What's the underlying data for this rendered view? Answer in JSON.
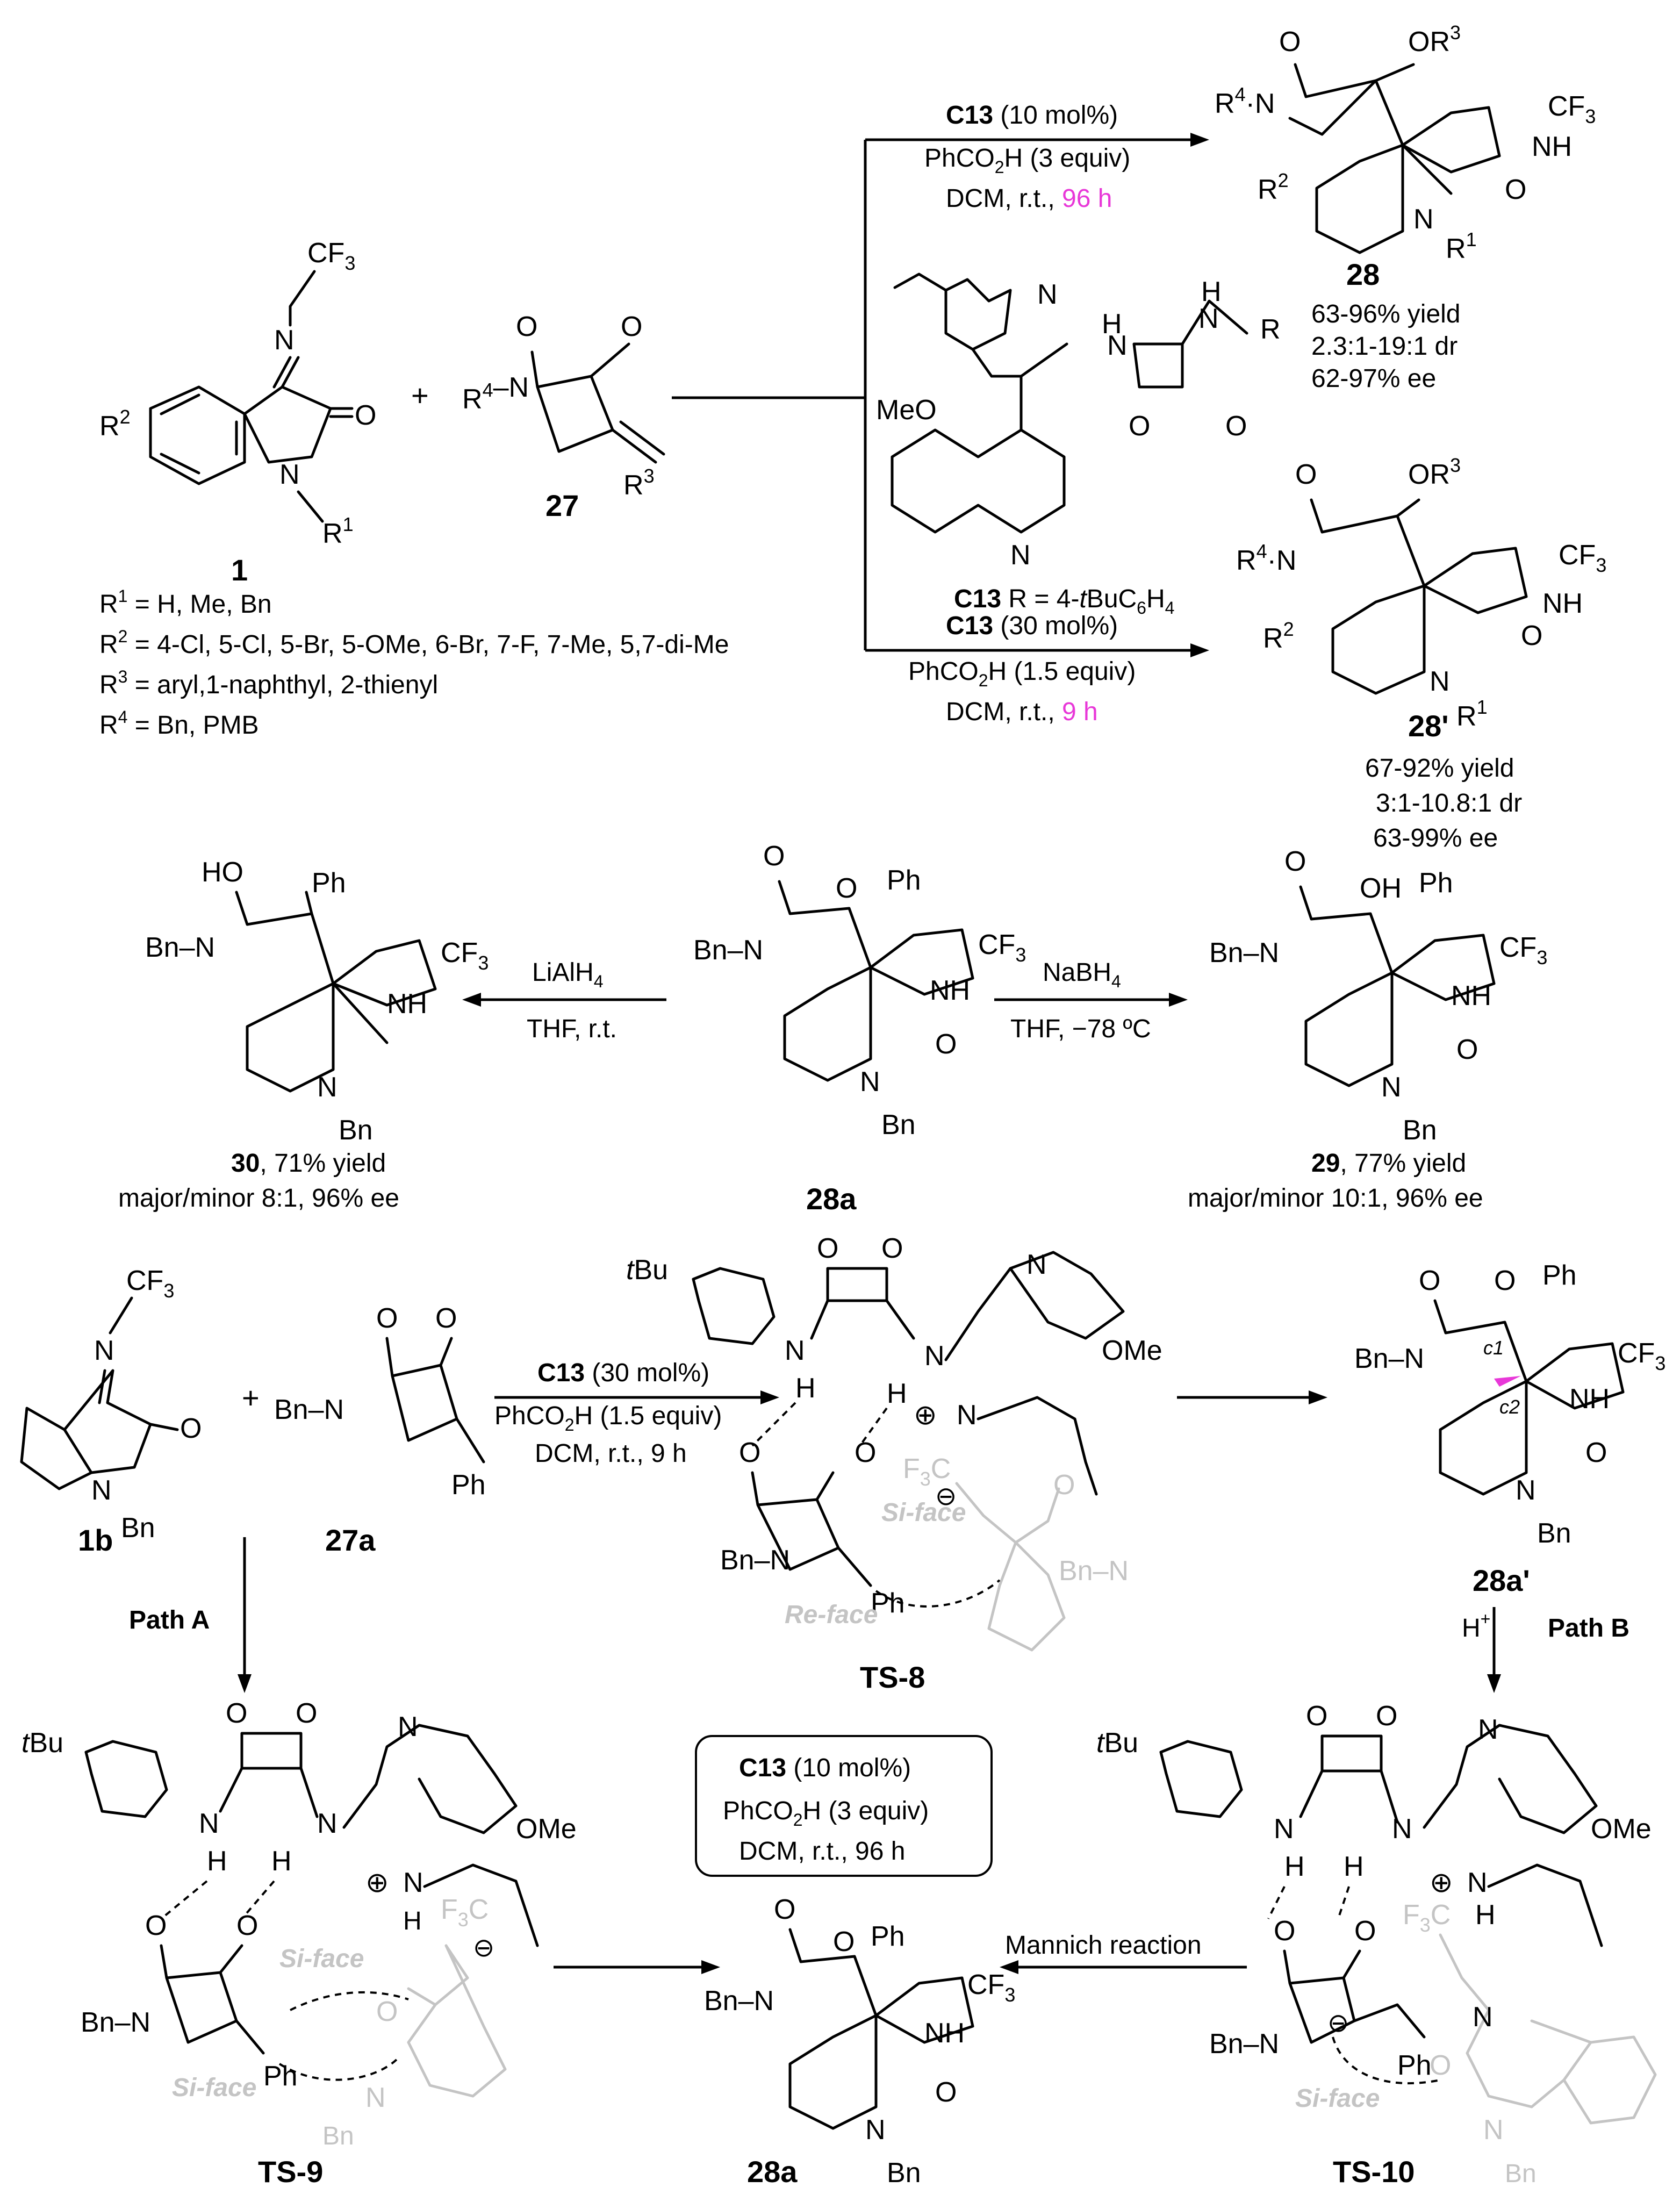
{
  "colors": {
    "text": "#000000",
    "highlight": "#e838d8",
    "faded": "#c4c4c4"
  },
  "reaction1": {
    "conditions_a": {
      "catalyst": "C13",
      "loading": "(10 mol%)",
      "acid": "PhCO2H (3 equiv)",
      "solvent_temp": "DCM, r.t., ",
      "time": "96 h"
    },
    "conditions_b": {
      "catalyst": "C13",
      "loading": "(30 mol%)",
      "acid": "PhCO2H (1.5 equiv)",
      "solvent_temp": "DCM, r.t., ",
      "time": "9 h"
    },
    "catalyst_caption": "C13 R = 4-tBuC6H4",
    "plus": "+",
    "sm1_label": "1",
    "sm2_label": "27",
    "substituents": [
      "R1 = H, Me, Bn",
      "R2 = 4-Cl, 5-Cl, 5-Br, 5-OMe, 6-Br, 7-F, 7-Me, 5,7-di-Me",
      "R3 = aryl,1-naphthyl, 2-thienyl",
      "R4 = Bn, PMB"
    ],
    "product_a": {
      "label": "28",
      "yield": "63-96% yield",
      "dr": "2.3:1-19:1 dr",
      "ee": "62-97% ee"
    },
    "product_b": {
      "label": "28'",
      "yield": "67-92% yield",
      "dr": "3:1-10.8:1 dr",
      "ee": "63-99% ee"
    }
  },
  "derivatization": {
    "center_label": "28a",
    "left_reagent": "LiAlH4",
    "left_conditions": "THF, r.t.",
    "left_product": {
      "label": "30",
      "yield": ", 71% yield",
      "ratio": "major/minor 8:1, 96% ee"
    },
    "right_reagent": "NaBH4",
    "right_conditions": "THF, −78 ºC",
    "right_product": {
      "label": "29",
      "yield": ", 77% yield",
      "ratio": "major/minor 10:1, 96% ee"
    }
  },
  "mechanism": {
    "sm1_label": "1b",
    "sm2_label": "27a",
    "conditions": {
      "catalyst": "C13",
      "loading": "(30 mol%)",
      "acid": "PhCO2H (1.5 equiv)",
      "solvent": "DCM, r.t., 9 h"
    },
    "ts8_label": "TS-8",
    "ts9_label": "TS-9",
    "ts10_label": "TS-10",
    "intermediate_label": "28a'",
    "product_label": "28a",
    "path_a": "Path A",
    "path_b": "Path B",
    "proton": "H+",
    "mannich": "Mannich reaction",
    "box": {
      "catalyst": "C13",
      "loading": "(10 mol%)",
      "acid": "PhCO2H (3 equiv)",
      "solvent": "DCM, r.t., 96 h"
    },
    "si_face": "Si-face",
    "re_face": "Re-face"
  },
  "atoms": {
    "CF3": "CF3",
    "Ph": "Ph",
    "Bn": "Bn",
    "NH": "NH",
    "N": "N",
    "O": "O",
    "H": "H",
    "HO": "HO",
    "OH": "OH",
    "MeO": "MeO",
    "OMe": "OMe",
    "tBu": "tBu",
    "R": "R",
    "F3C": "F3C",
    "Bn_N": "Bn–N",
    "c1": "c1",
    "c2": "c2"
  },
  "icons": [
    "reaction-arrow",
    "dashed-hydrogen-bond",
    "curved-attack-arrow"
  ]
}
